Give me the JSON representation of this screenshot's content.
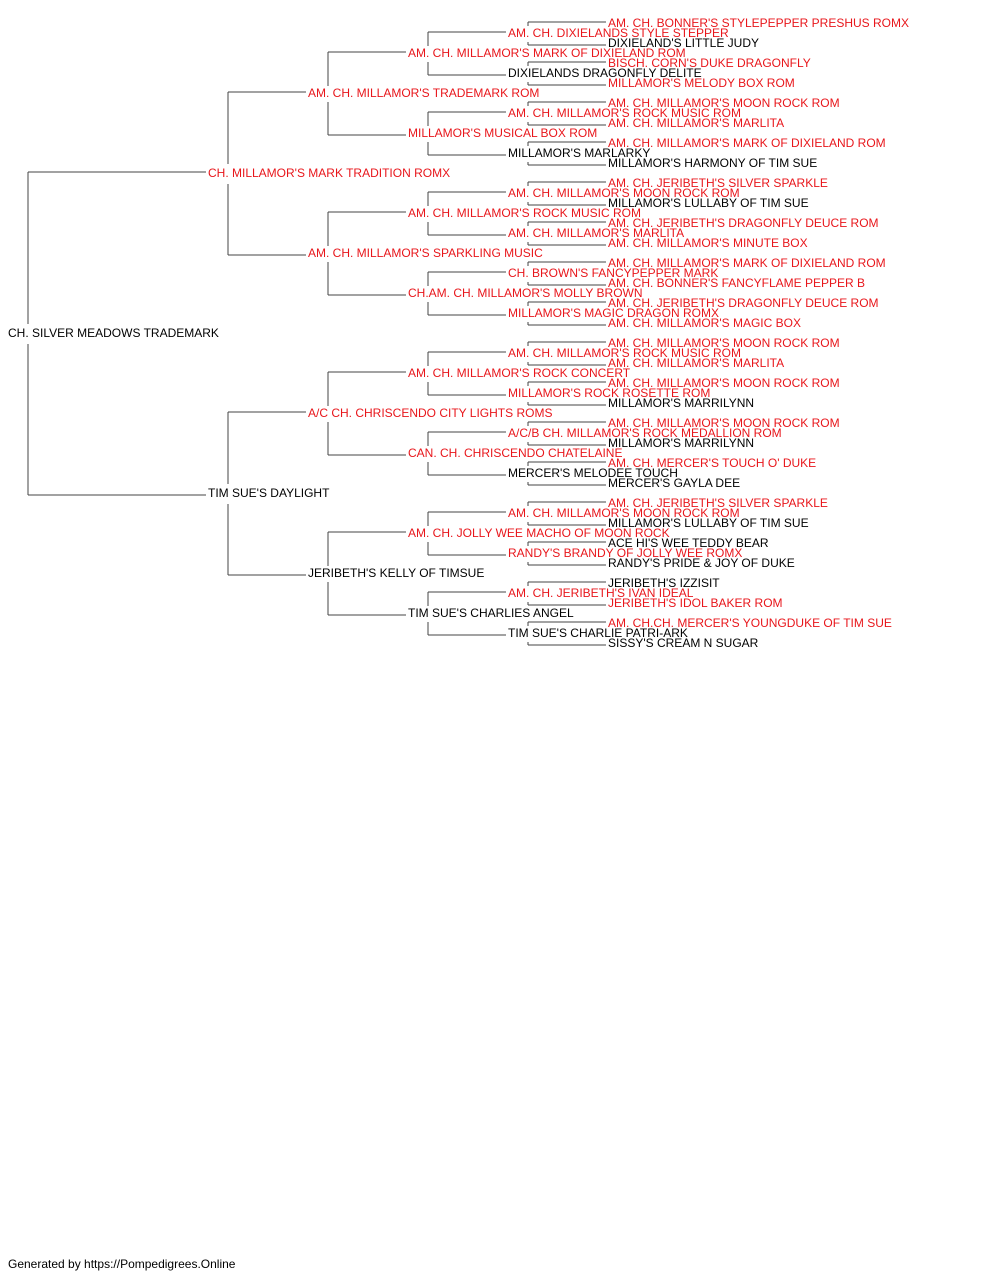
{
  "colors": {
    "champion": "#e8161b",
    "regular": "#000000",
    "connector": "#444444"
  },
  "footer": {
    "text": "Generated by https://Pompedigrees.Online"
  },
  "pedigree": {
    "name": "CH. SILVER MEADOWS TRADEMARK",
    "red": false,
    "sire": {
      "name": "CH. MILLAMOR'S MARK TRADITION ROMX",
      "red": true,
      "sire": {
        "name": "AM. CH. MILLAMOR'S TRADEMARK ROM",
        "red": true,
        "sire": {
          "name": "AM. CH. MILLAMOR'S MARK OF DIXIELAND ROM",
          "red": true,
          "sire": {
            "name": "AM. CH. DIXIELANDS STYLE STEPPER",
            "red": true,
            "sire": {
              "name": "AM. CH. BONNER'S STYLEPEPPER PRESHUS ROMX",
              "red": true
            },
            "dam": {
              "name": "DIXIELAND'S LITTLE JUDY",
              "red": false
            }
          },
          "dam": {
            "name": "DIXIELANDS DRAGONFLY DELITE",
            "red": false,
            "sire": {
              "name": "BISCH. CORN'S DUKE DRAGONFLY",
              "red": true
            },
            "dam": {
              "name": "MILLAMOR'S MELODY BOX ROM",
              "red": true
            }
          }
        },
        "dam": {
          "name": "MILLAMOR'S MUSICAL BOX ROM",
          "red": true,
          "sire": {
            "name": "AM. CH. MILLAMOR'S ROCK MUSIC ROM",
            "red": true,
            "sire": {
              "name": "AM. CH. MILLAMOR'S MOON ROCK ROM",
              "red": true
            },
            "dam": {
              "name": "AM. CH. MILLAMOR'S MARLITA",
              "red": true
            }
          },
          "dam": {
            "name": "MILLAMOR'S MARLARKY",
            "red": false,
            "sire": {
              "name": "AM. CH. MILLAMOR'S MARK OF DIXIELAND ROM",
              "red": true
            },
            "dam": {
              "name": "MILLAMOR'S HARMONY OF TIM SUE",
              "red": false
            }
          }
        }
      },
      "dam": {
        "name": "AM. CH. MILLAMOR'S SPARKLING MUSIC",
        "red": true,
        "sire": {
          "name": "AM. CH. MILLAMOR'S ROCK MUSIC ROM",
          "red": true,
          "sire": {
            "name": "AM. CH. MILLAMOR'S MOON ROCK ROM",
            "red": true,
            "sire": {
              "name": "AM. CH. JERIBETH'S SILVER SPARKLE",
              "red": true
            },
            "dam": {
              "name": "MILLAMOR'S LULLABY OF TIM SUE",
              "red": false
            }
          },
          "dam": {
            "name": "AM. CH. MILLAMOR'S MARLITA",
            "red": true,
            "sire": {
              "name": "AM. CH. JERIBETH'S DRAGONFLY DEUCE ROM",
              "red": true
            },
            "dam": {
              "name": "AM. CH. MILLAMOR'S MINUTE BOX",
              "red": true
            }
          }
        },
        "dam": {
          "name": "CH.AM. CH. MILLAMOR'S MOLLY BROWN",
          "red": true,
          "sire": {
            "name": "CH. BROWN'S FANCYPEPPER MARK",
            "red": true,
            "sire": {
              "name": "AM. CH. MILLAMOR'S MARK OF DIXIELAND ROM",
              "red": true
            },
            "dam": {
              "name": "AM. CH. BONNER'S FANCYFLAME PEPPER B",
              "red": true
            }
          },
          "dam": {
            "name": "MILLAMOR'S MAGIC DRAGON ROMX",
            "red": true,
            "sire": {
              "name": "AM. CH. JERIBETH'S DRAGONFLY DEUCE ROM",
              "red": true
            },
            "dam": {
              "name": "AM. CH. MILLAMOR'S MAGIC BOX",
              "red": true
            }
          }
        }
      }
    },
    "dam": {
      "name": "TIM SUE'S DAYLIGHT",
      "red": false,
      "sire": {
        "name": "A/C CH. CHRISCENDO CITY LIGHTS ROMS",
        "red": true,
        "sire": {
          "name": "AM. CH. MILLAMOR'S ROCK CONCERT",
          "red": true,
          "sire": {
            "name": "AM. CH. MILLAMOR'S ROCK MUSIC ROM",
            "red": true,
            "sire": {
              "name": "AM. CH. MILLAMOR'S MOON ROCK ROM",
              "red": true
            },
            "dam": {
              "name": "AM. CH. MILLAMOR'S MARLITA",
              "red": true
            }
          },
          "dam": {
            "name": "MILLAMOR'S ROCK ROSETTE ROM",
            "red": true,
            "sire": {
              "name": "AM. CH. MILLAMOR'S MOON ROCK ROM",
              "red": true
            },
            "dam": {
              "name": "MILLAMOR'S MARRILYNN",
              "red": false
            }
          }
        },
        "dam": {
          "name": "CAN. CH. CHRISCENDO CHATELAINE",
          "red": true,
          "sire": {
            "name": "A/C/B CH. MILLAMOR'S ROCK MEDALLION ROM",
            "red": true,
            "sire": {
              "name": "AM. CH. MILLAMOR'S MOON ROCK ROM",
              "red": true
            },
            "dam": {
              "name": "MILLAMOR'S MARRILYNN",
              "red": false
            }
          },
          "dam": {
            "name": "MERCER'S MELODEE TOUCH",
            "red": false,
            "sire": {
              "name": "AM. CH. MERCER'S TOUCH O' DUKE",
              "red": true
            },
            "dam": {
              "name": "MERCER'S GAYLA DEE",
              "red": false
            }
          }
        }
      },
      "dam": {
        "name": "JERIBETH'S KELLY OF TIMSUE",
        "red": false,
        "sire": {
          "name": "AM. CH. JOLLY WEE MACHO OF MOON ROCK",
          "red": true,
          "sire": {
            "name": "AM. CH. MILLAMOR'S MOON ROCK ROM",
            "red": true,
            "sire": {
              "name": "AM. CH. JERIBETH'S SILVER SPARKLE",
              "red": true
            },
            "dam": {
              "name": "MILLAMOR'S LULLABY OF TIM SUE",
              "red": false
            }
          },
          "dam": {
            "name": "RANDY'S BRANDY OF JOLLY WEE ROMX",
            "red": true,
            "sire": {
              "name": "ACE HI'S WEE TEDDY BEAR",
              "red": false
            },
            "dam": {
              "name": "RANDY'S PRIDE & JOY OF DUKE",
              "red": false
            }
          }
        },
        "dam": {
          "name": "TIM SUE'S CHARLIES ANGEL",
          "red": false,
          "sire": {
            "name": "AM. CH. JERIBETH'S IVAN IDEAL",
            "red": true,
            "sire": {
              "name": "JERIBETH'S IZZISIT",
              "red": false
            },
            "dam": {
              "name": "JERIBETH'S IDOL BAKER ROM",
              "red": true
            }
          },
          "dam": {
            "name": "TIM SUE'S CHARLIE PATRI-ARK",
            "red": false,
            "sire": {
              "name": "AM. CH.CH. MERCER'S YOUNGDUKE OF TIM SUE",
              "red": true
            },
            "dam": {
              "name": "SISSY'S CREAM N SUGAR",
              "red": false
            }
          }
        }
      }
    }
  }
}
